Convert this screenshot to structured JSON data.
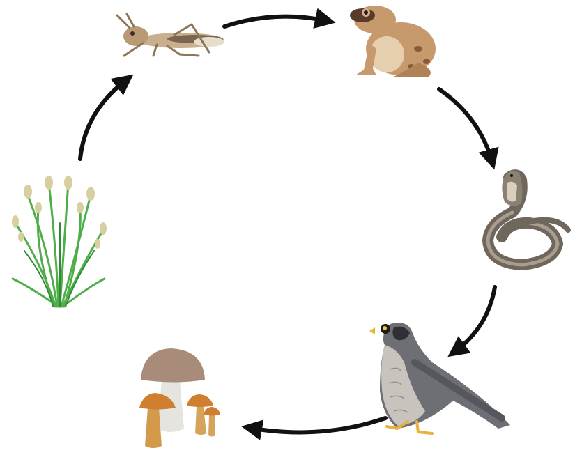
{
  "diagram": {
    "type": "food-chain-cycle",
    "nodes": [
      {
        "id": "grass",
        "icon": "grass-icon"
      },
      {
        "id": "grasshopper",
        "icon": "grasshopper-icon"
      },
      {
        "id": "frog",
        "icon": "frog-icon"
      },
      {
        "id": "snake",
        "icon": "cobra-icon"
      },
      {
        "id": "falcon",
        "icon": "falcon-icon"
      },
      {
        "id": "mushrooms",
        "icon": "mushroom-icon"
      }
    ],
    "edges": [
      {
        "from": "grass",
        "to": "grasshopper"
      },
      {
        "from": "grasshopper",
        "to": "frog"
      },
      {
        "from": "frog",
        "to": "snake"
      },
      {
        "from": "snake",
        "to": "falcon"
      },
      {
        "from": "falcon",
        "to": "mushrooms"
      }
    ],
    "colors": {
      "arrow": "#111111",
      "grass": "#4fae4a",
      "grass_seed": "#d8cfa0",
      "grasshopper": "#b99a74",
      "frog": "#c79a6e",
      "snake": "#6f665c",
      "falcon": "#6d6f74",
      "mushroom_cap": "#a88b78",
      "mushroom_cap_orange": "#cf7f2f"
    }
  }
}
